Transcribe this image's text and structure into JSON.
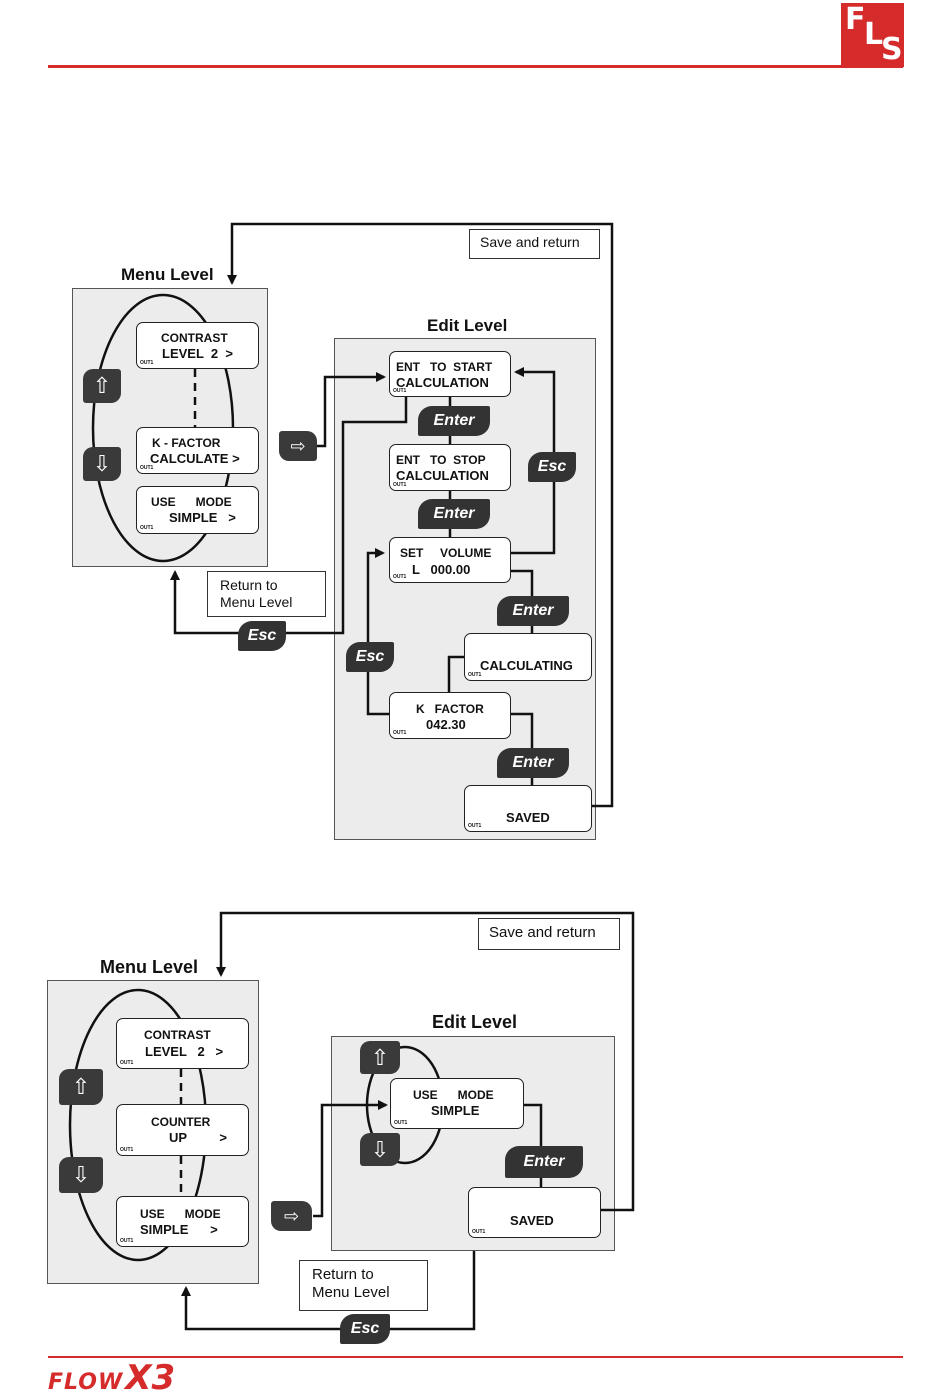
{
  "header": {
    "logo": [
      "F",
      "L",
      "S"
    ]
  },
  "footer": {
    "brand_part1": "FLOW",
    "brand_part2": "X3"
  },
  "icons": {
    "up": "up-arrow-key-icon",
    "down": "down-arrow-key-icon",
    "right": "right-arrow-key-icon"
  },
  "colors": {
    "accent": "#d52b2b",
    "panel": "#ececec",
    "key": "#333333"
  },
  "diagram1": {
    "save_note": "Save and return",
    "menu_title": "Menu Level",
    "edit_title": "Edit Level",
    "menu_items": [
      {
        "line1": "CONTRAST",
        "line2": "LEVEL  2  >"
      },
      {
        "line1": "K - FACTOR",
        "line2": "CALCULATE >"
      },
      {
        "line1": "USE      MODE",
        "line2": "SIMPLE   >"
      }
    ],
    "edit_items": [
      {
        "line1": "ENT   TO  START",
        "line2": "CALCULATION"
      },
      {
        "line1": "ENT   TO  STOP",
        "line2": "CALCULATION"
      },
      {
        "line1": "SET     VOLUME",
        "line2": "L   000.00"
      },
      {
        "line1": "",
        "line2": "CALCULATING"
      },
      {
        "line1": "K   FACTOR",
        "line2": "042.30"
      },
      {
        "line1": "",
        "line2": "SAVED"
      }
    ],
    "return_note": {
      "line1": "Return to",
      "line2": "Menu Level"
    },
    "keys": {
      "enter": "Enter",
      "esc": "Esc"
    },
    "out_label": "OUT1"
  },
  "diagram2": {
    "save_note": "Save and return",
    "menu_title": "Menu Level",
    "edit_title": "Edit Level",
    "menu_items": [
      {
        "line1": "CONTRAST",
        "line2": "LEVEL   2   >"
      },
      {
        "line1": "COUNTER",
        "line2": "UP         >"
      },
      {
        "line1": "USE      MODE",
        "line2": "SIMPLE      >"
      }
    ],
    "edit_items": [
      {
        "line1": "USE      MODE",
        "line2": "SIMPLE"
      },
      {
        "line1": "",
        "line2": "SAVED"
      }
    ],
    "return_note": {
      "line1": "Return to",
      "line2": "Menu Level"
    },
    "keys": {
      "enter": "Enter",
      "esc": "Esc"
    },
    "out_label": "OUT1"
  }
}
